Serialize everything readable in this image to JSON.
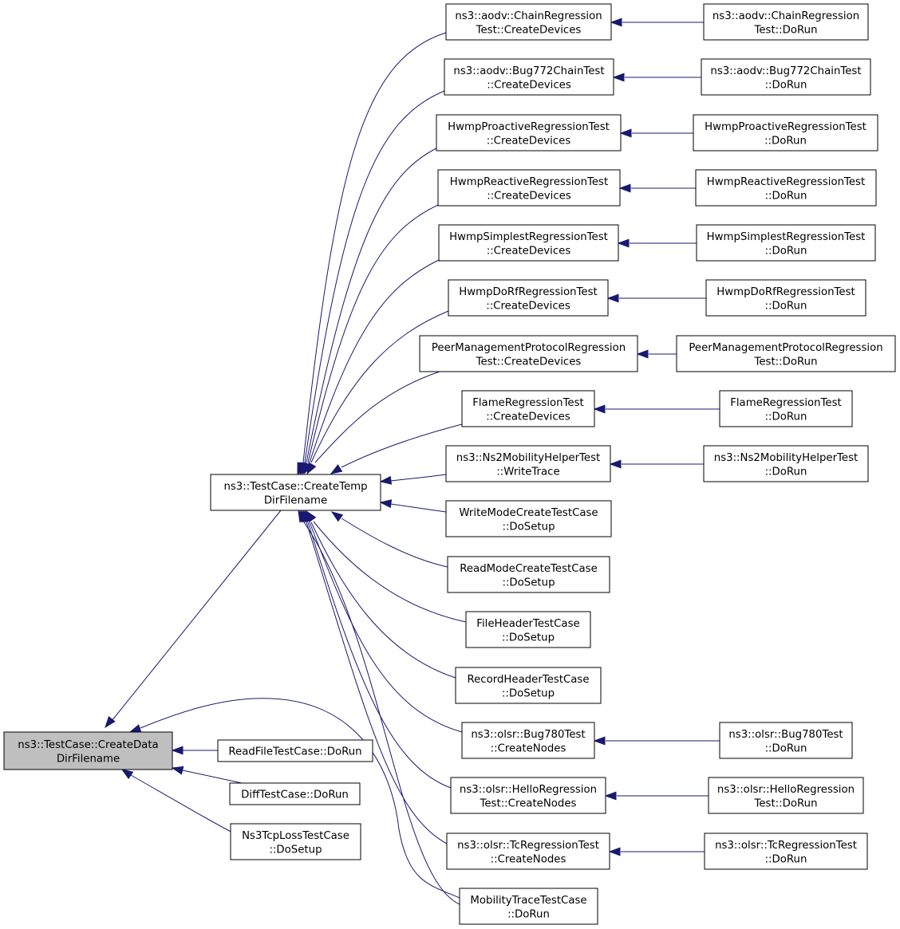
{
  "colors": {
    "edge": "#191970",
    "root_fill": "#bfbfbf",
    "node_fill": "#ffffff"
  },
  "nodes": [
    {
      "id": "n0",
      "lines": [
        "ns3::TestCase::CreateData",
        "DirFilename"
      ]
    },
    {
      "id": "n1",
      "lines": [
        "ns3::TestCase::CreateTemp",
        "DirFilename"
      ]
    },
    {
      "id": "n2",
      "lines": [
        "ReadFileTestCase::DoRun"
      ]
    },
    {
      "id": "n3",
      "lines": [
        "DiffTestCase::DoRun"
      ]
    },
    {
      "id": "n4",
      "lines": [
        "Ns3TcpLossTestCase",
        "::DoSetup"
      ]
    },
    {
      "id": "n5",
      "lines": [
        "MobilityTraceTestCase",
        "::DoRun"
      ]
    },
    {
      "id": "n6",
      "lines": [
        "ns3::aodv::ChainRegression",
        "Test::CreateDevices"
      ]
    },
    {
      "id": "n7",
      "lines": [
        "ns3::aodv::Bug772ChainTest",
        "::CreateDevices"
      ]
    },
    {
      "id": "n8",
      "lines": [
        "HwmpProactiveRegressionTest",
        "::CreateDevices"
      ]
    },
    {
      "id": "n9",
      "lines": [
        "HwmpReactiveRegressionTest",
        "::CreateDevices"
      ]
    },
    {
      "id": "n10",
      "lines": [
        "HwmpSimplestRegressionTest",
        "::CreateDevices"
      ]
    },
    {
      "id": "n11",
      "lines": [
        "HwmpDoRfRegressionTest",
        "::CreateDevices"
      ]
    },
    {
      "id": "n12",
      "lines": [
        "PeerManagementProtocolRegression",
        "Test::CreateDevices"
      ]
    },
    {
      "id": "n13",
      "lines": [
        "FlameRegressionTest",
        "::CreateDevices"
      ]
    },
    {
      "id": "n14",
      "lines": [
        "ns3::Ns2MobilityHelperTest",
        "::WriteTrace"
      ]
    },
    {
      "id": "n15",
      "lines": [
        "WriteModeCreateTestCase",
        "::DoSetup"
      ]
    },
    {
      "id": "n16",
      "lines": [
        "ReadModeCreateTestCase",
        "::DoSetup"
      ]
    },
    {
      "id": "n17",
      "lines": [
        "FileHeaderTestCase",
        "::DoSetup"
      ]
    },
    {
      "id": "n18",
      "lines": [
        "RecordHeaderTestCase",
        "::DoSetup"
      ]
    },
    {
      "id": "n19",
      "lines": [
        "ns3::olsr::Bug780Test",
        "::CreateNodes"
      ]
    },
    {
      "id": "n20",
      "lines": [
        "ns3::olsr::HelloRegression",
        "Test::CreateNodes"
      ]
    },
    {
      "id": "n21",
      "lines": [
        "ns3::olsr::TcRegressionTest",
        "::CreateNodes"
      ]
    },
    {
      "id": "n22",
      "lines": [
        "ns3::aodv::ChainRegression",
        "Test::DoRun"
      ]
    },
    {
      "id": "n23",
      "lines": [
        "ns3::aodv::Bug772ChainTest",
        "::DoRun"
      ]
    },
    {
      "id": "n24",
      "lines": [
        "HwmpProactiveRegressionTest",
        "::DoRun"
      ]
    },
    {
      "id": "n25",
      "lines": [
        "HwmpReactiveRegressionTest",
        "::DoRun"
      ]
    },
    {
      "id": "n26",
      "lines": [
        "HwmpSimplestRegressionTest",
        "::DoRun"
      ]
    },
    {
      "id": "n27",
      "lines": [
        "HwmpDoRfRegressionTest",
        "::DoRun"
      ]
    },
    {
      "id": "n28",
      "lines": [
        "PeerManagementProtocolRegression",
        "Test::DoRun"
      ]
    },
    {
      "id": "n29",
      "lines": [
        "FlameRegressionTest",
        "::DoRun"
      ]
    },
    {
      "id": "n30",
      "lines": [
        "ns3::Ns2MobilityHelperTest",
        "::DoRun"
      ]
    },
    {
      "id": "n31",
      "lines": [
        "ns3::olsr::Bug780Test",
        "::DoRun"
      ]
    },
    {
      "id": "n32",
      "lines": [
        "ns3::olsr::HelloRegression",
        "Test::DoRun"
      ]
    },
    {
      "id": "n33",
      "lines": [
        "ns3::olsr::TcRegressionTest",
        "::DoRun"
      ]
    }
  ],
  "edges": [
    [
      "n1",
      "n0"
    ],
    [
      "n2",
      "n0"
    ],
    [
      "n3",
      "n0"
    ],
    [
      "n4",
      "n0"
    ],
    [
      "n5",
      "n0"
    ],
    [
      "n6",
      "n1"
    ],
    [
      "n7",
      "n1"
    ],
    [
      "n8",
      "n1"
    ],
    [
      "n9",
      "n1"
    ],
    [
      "n10",
      "n1"
    ],
    [
      "n11",
      "n1"
    ],
    [
      "n12",
      "n1"
    ],
    [
      "n13",
      "n1"
    ],
    [
      "n14",
      "n1"
    ],
    [
      "n15",
      "n1"
    ],
    [
      "n16",
      "n1"
    ],
    [
      "n17",
      "n1"
    ],
    [
      "n18",
      "n1"
    ],
    [
      "n19",
      "n1"
    ],
    [
      "n20",
      "n1"
    ],
    [
      "n21",
      "n1"
    ],
    [
      "n5",
      "n1"
    ],
    [
      "n22",
      "n6"
    ],
    [
      "n23",
      "n7"
    ],
    [
      "n24",
      "n8"
    ],
    [
      "n25",
      "n9"
    ],
    [
      "n26",
      "n10"
    ],
    [
      "n27",
      "n11"
    ],
    [
      "n28",
      "n12"
    ],
    [
      "n29",
      "n13"
    ],
    [
      "n30",
      "n14"
    ],
    [
      "n31",
      "n19"
    ],
    [
      "n32",
      "n20"
    ],
    [
      "n33",
      "n21"
    ]
  ]
}
